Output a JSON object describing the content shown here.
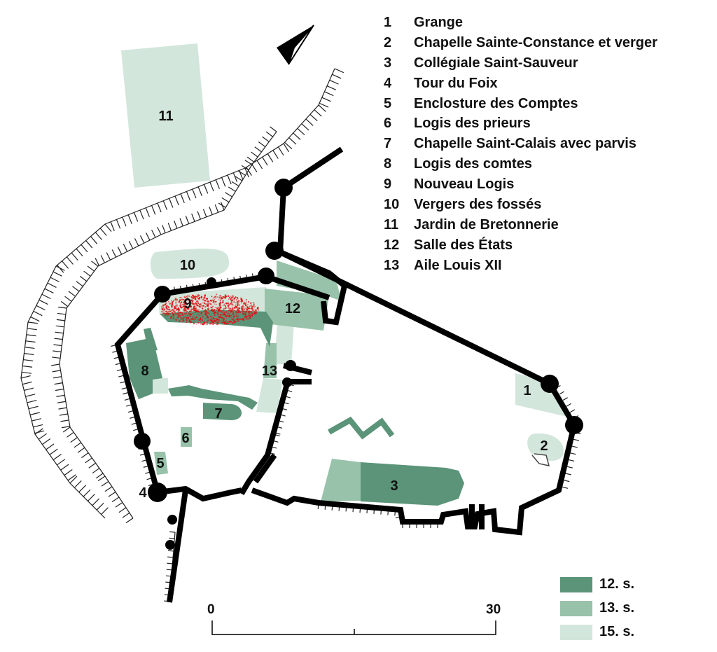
{
  "legend": [
    {
      "num": "1",
      "label": "Grange"
    },
    {
      "num": "2",
      "label": "Chapelle Sainte-Constance et verger"
    },
    {
      "num": "3",
      "label": "Collégiale Saint-Sauveur"
    },
    {
      "num": "4",
      "label": "Tour du Foix"
    },
    {
      "num": "5",
      "label": "Enclosture des Comptes"
    },
    {
      "num": "6",
      "label": "Logis des prieurs"
    },
    {
      "num": "7",
      "label": "Chapelle Saint-Calais avec parvis"
    },
    {
      "num": "8",
      "label": "Logis des comtes"
    },
    {
      "num": "9",
      "label": "Nouveau Logis"
    },
    {
      "num": "10",
      "label": "Vergers des fossés"
    },
    {
      "num": "11",
      "label": "Jardin de Bretonnerie"
    },
    {
      "num": "12",
      "label": "Salle des États"
    },
    {
      "num": "13",
      "label": "Aile Louis XII"
    }
  ],
  "periods": [
    {
      "label": "12. s.",
      "color": "#5b9478"
    },
    {
      "label": "13. s.",
      "color": "#98c2aa"
    },
    {
      "label": "15. s.",
      "color": "#d3e6dc"
    }
  ],
  "scale": {
    "start": "0",
    "end": "30"
  },
  "colors": {
    "wall": "#000000",
    "c12": "#5b9478",
    "c13": "#98c2aa",
    "c15": "#d3e6dc",
    "highlight": "#e01010"
  },
  "icons": {
    "north": "north-arrow-icon"
  }
}
